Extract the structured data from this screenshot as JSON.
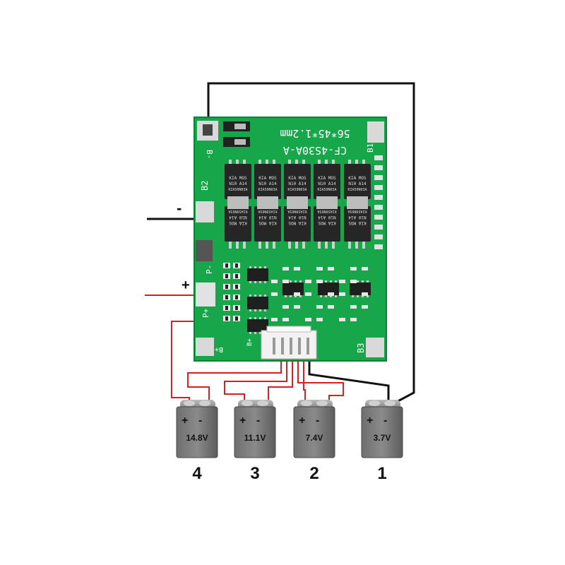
{
  "board": {
    "model": "CF-4S30A-A",
    "size": "56*45*1.2mm",
    "pads": {
      "b_minus": "B-",
      "b1": "B1",
      "b2": "B2",
      "b3": "B3",
      "p_minus": "P-",
      "p_plus": "P+",
      "b_plus": "B+"
    },
    "mosfet_label_lines": [
      "KIA",
      "MOS",
      "N10",
      "A14",
      "KIA50N03A"
    ],
    "colors": {
      "pcb": "#17a64a",
      "pcb_dark": "#0f7f36",
      "mosfet": "#2a2a2a",
      "pad": "#d9d9d9"
    }
  },
  "terminals": {
    "minus": "-",
    "plus": "+"
  },
  "batteries": [
    {
      "voltage": "14.8V",
      "number": "4",
      "plus": "+",
      "minus": "-"
    },
    {
      "voltage": "11.1V",
      "number": "3",
      "plus": "+",
      "minus": "-"
    },
    {
      "voltage": "7.4V",
      "number": "2",
      "plus": "+",
      "minus": "-"
    },
    {
      "voltage": "3.7V",
      "number": "1",
      "plus": "+",
      "minus": "-"
    }
  ],
  "wires": {
    "red": "#d42020",
    "black": "#111111"
  }
}
